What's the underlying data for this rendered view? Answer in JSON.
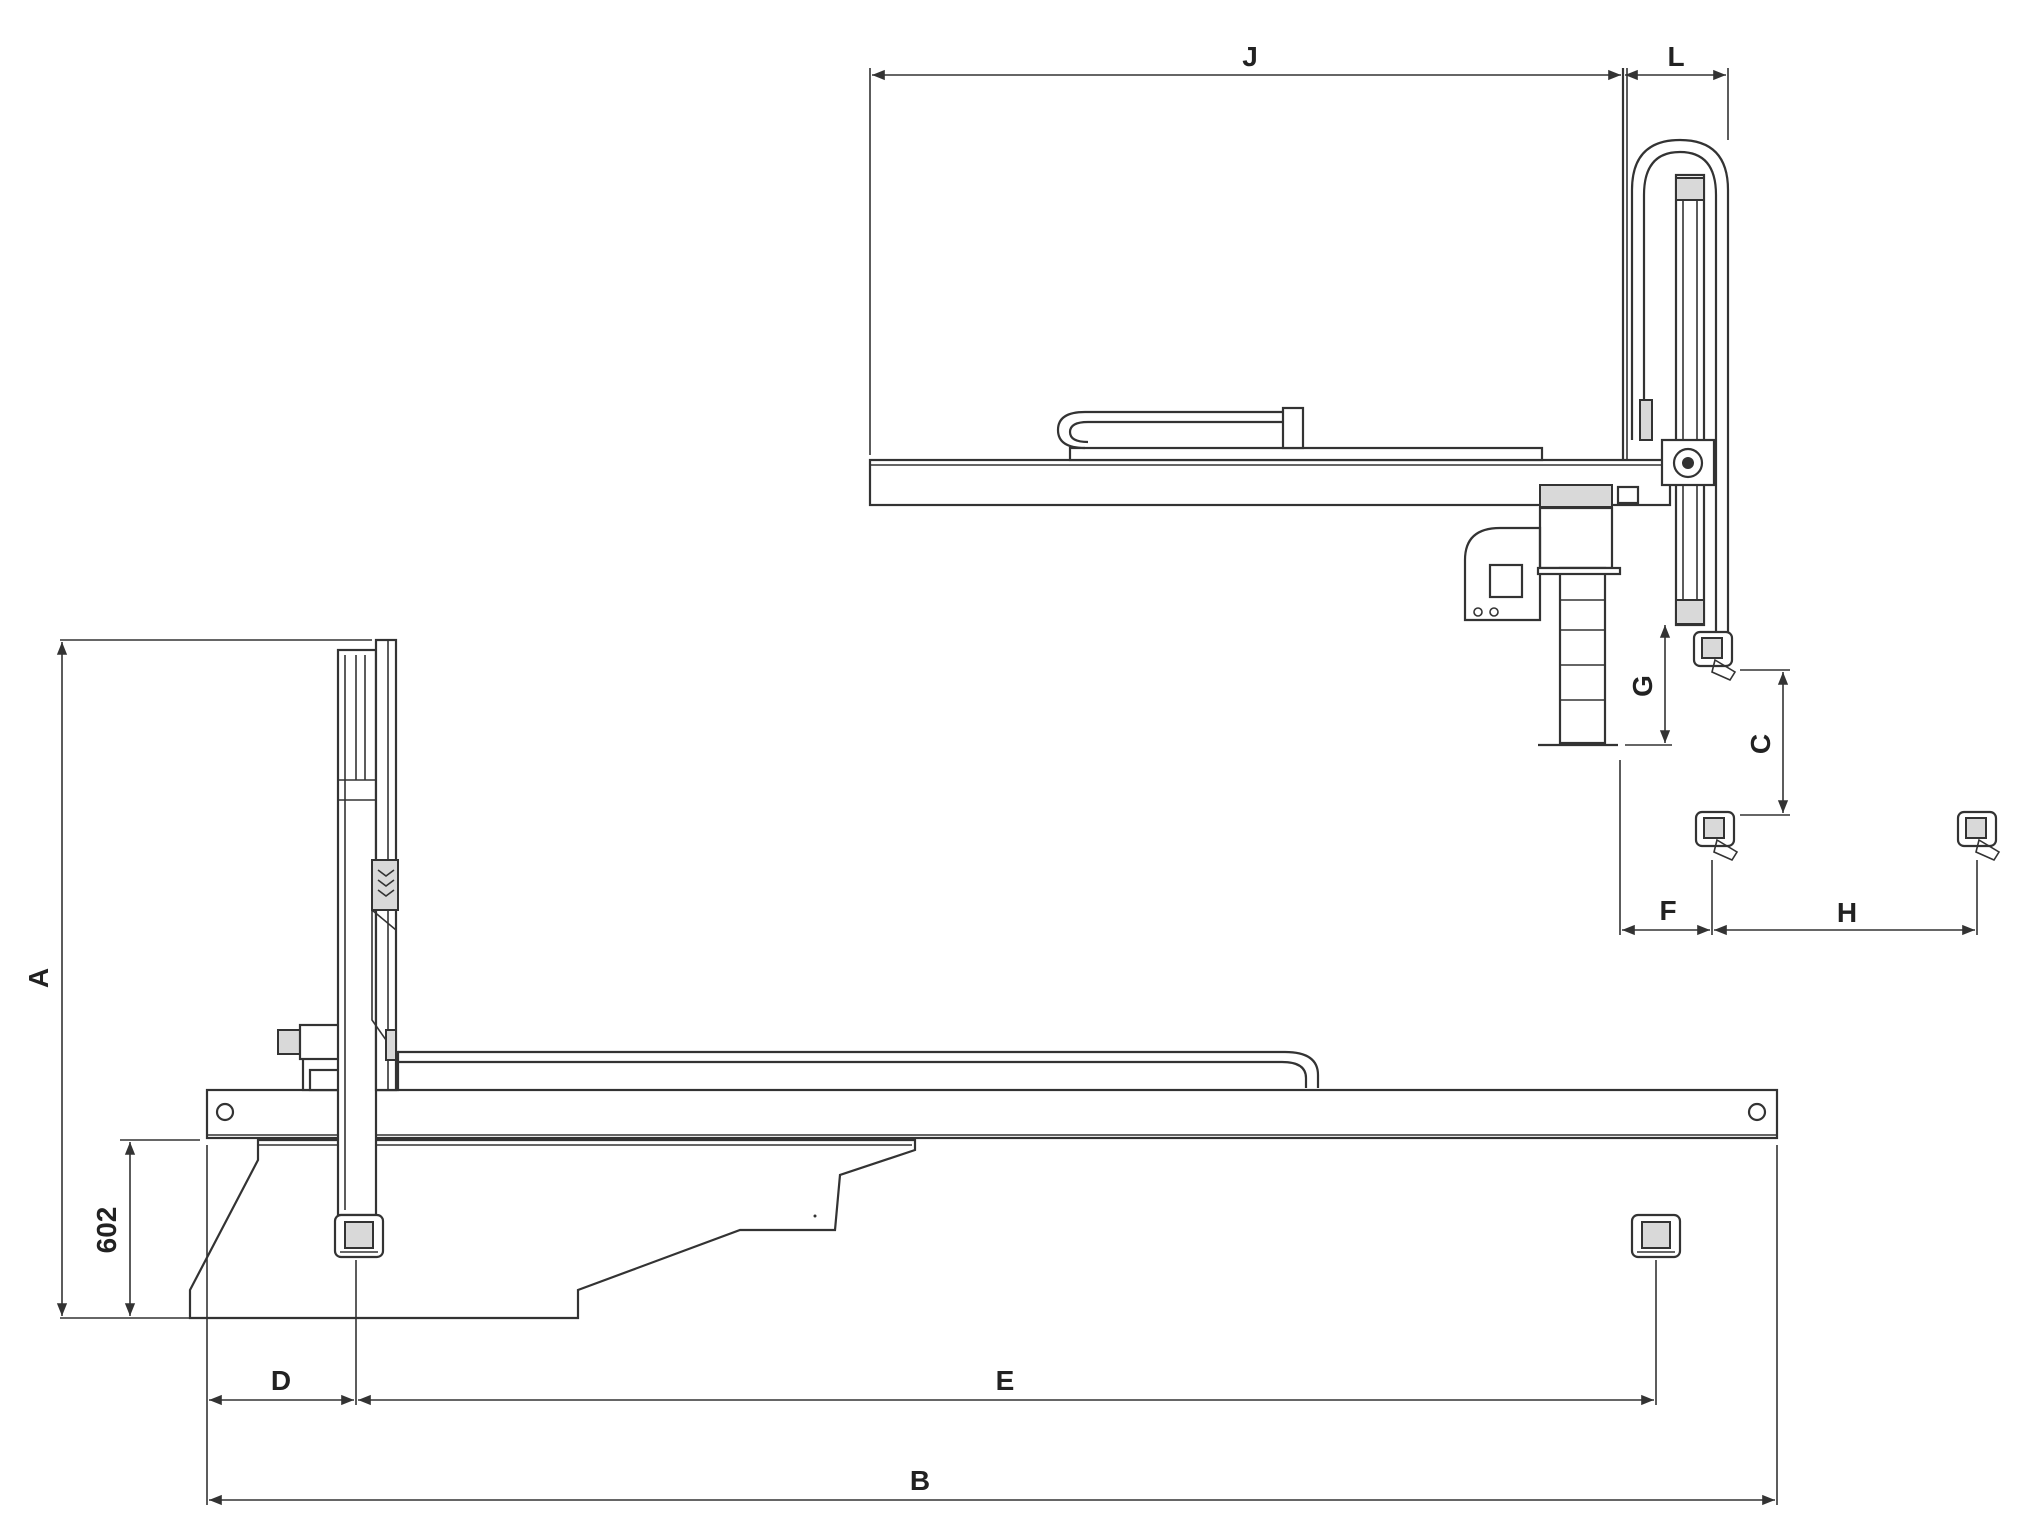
{
  "colors": {
    "line": "#333333",
    "background": "#ffffff",
    "shade": "#d9d9d9"
  },
  "labels": {
    "A": "A",
    "B": "B",
    "C": "C",
    "D": "D",
    "E": "E",
    "F": "F",
    "G": "G",
    "H": "H",
    "J": "J",
    "L": "L",
    "d602": "602"
  }
}
